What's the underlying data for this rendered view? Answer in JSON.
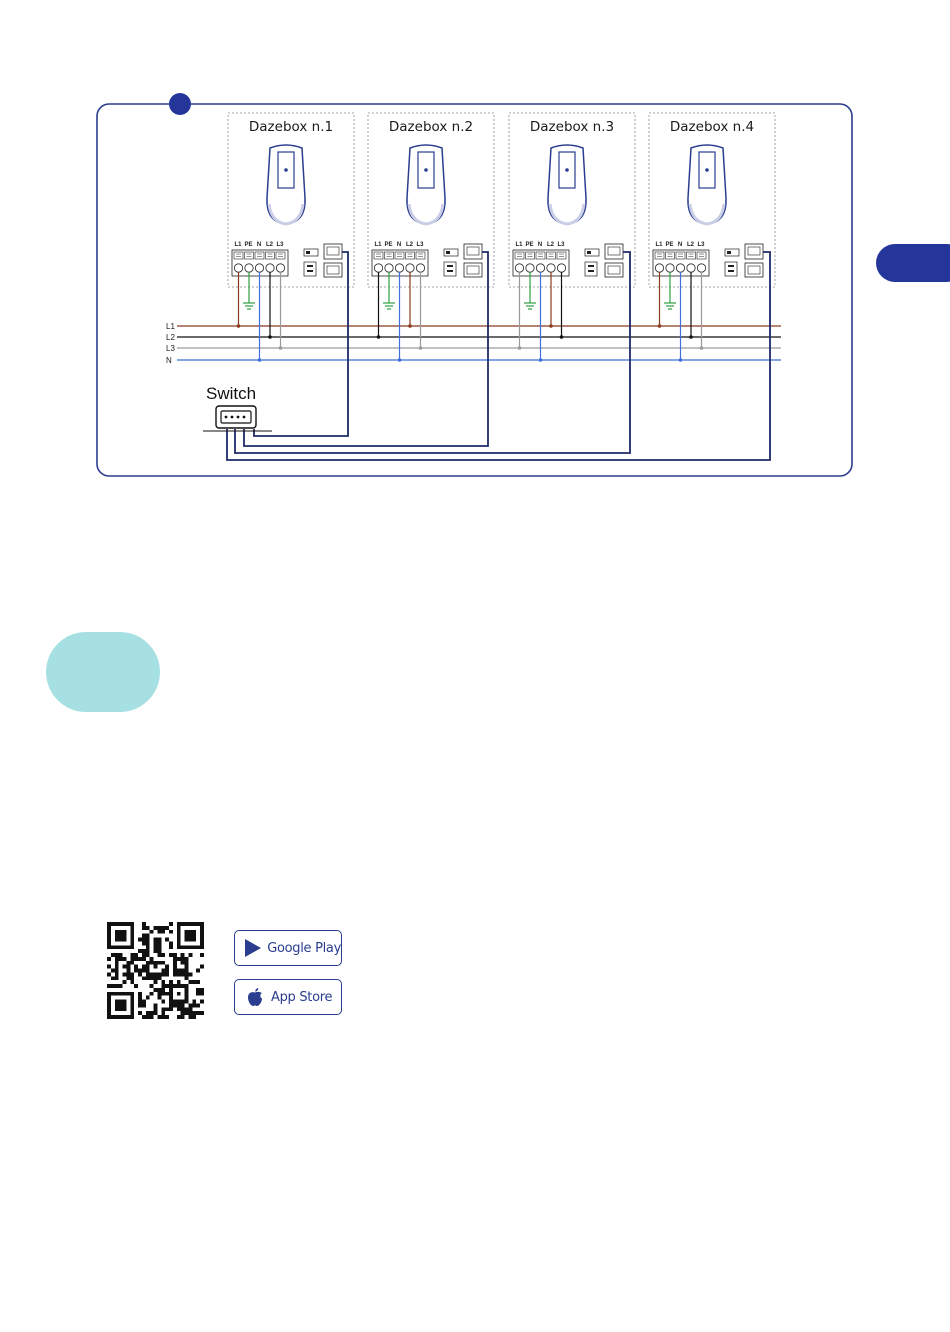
{
  "units": [
    {
      "title": "Dazebox n.1",
      "terminals": [
        "L1",
        "PE",
        "N",
        "L2",
        "L3"
      ],
      "phase": "L1"
    },
    {
      "title": "Dazebox n.2",
      "terminals": [
        "L1",
        "PE",
        "N",
        "L2",
        "L3"
      ],
      "phase": "L2"
    },
    {
      "title": "Dazebox n.3",
      "terminals": [
        "L1",
        "PE",
        "N",
        "L2",
        "L3"
      ],
      "phase": "L3"
    },
    {
      "title": "Dazebox n.4",
      "terminals": [
        "L1",
        "PE",
        "N",
        "L2",
        "L3"
      ],
      "phase": "L1"
    }
  ],
  "supply_lines": [
    {
      "name": "L1",
      "color": "#8b3a1e"
    },
    {
      "name": "L2",
      "color": "#111111"
    },
    {
      "name": "L3",
      "color": "#9a9a9a"
    },
    {
      "name": "N",
      "color": "#3f6fd8"
    }
  ],
  "switch": {
    "label": "Switch"
  },
  "colors": {
    "accent": "#24369a",
    "frame": "#2a3d8f",
    "ground": "#2ea043",
    "teal": "#a6e0e3"
  },
  "stores": {
    "google_play": {
      "label": "Google Play",
      "icon": "play-triangle-icon"
    },
    "app_store": {
      "label": "App Store",
      "icon": "apple-icon"
    }
  }
}
